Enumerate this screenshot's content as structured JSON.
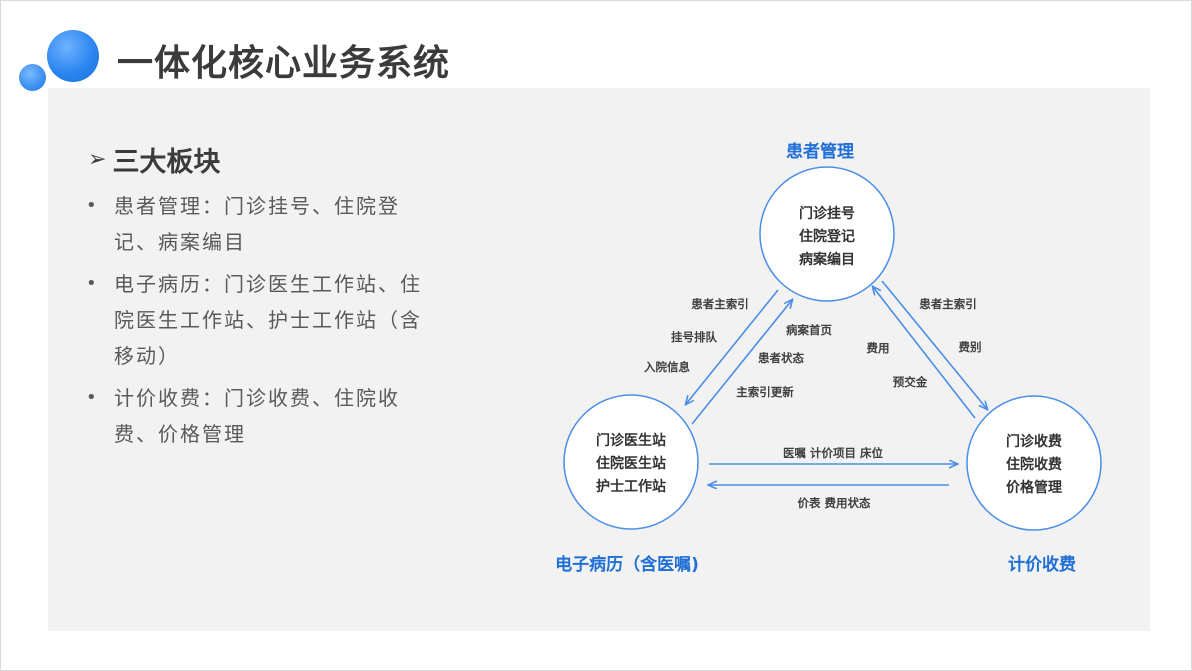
{
  "title": "一体化核心业务系统",
  "section": {
    "heading": "三大板块",
    "bullets": [
      "患者管理：门诊挂号、住院登记、病案编目",
      "电子病历：门诊医生工作站、住院医生工作站、护士工作站（含移动）",
      "计价收费：门诊收费、住院收费、价格管理"
    ]
  },
  "diagram": {
    "modules": {
      "patient": {
        "title": "患者管理",
        "lines": [
          "门诊挂号",
          "住院登记",
          "病案编目"
        ]
      },
      "emr": {
        "title": "电子病历（含医嘱)",
        "lines": [
          "门诊医生站",
          "住院医生站",
          "护士工作站"
        ]
      },
      "billing": {
        "title": "计价收费",
        "lines": [
          "门诊收费",
          "住院收费",
          "价格管理"
        ]
      }
    },
    "flows": {
      "patient_to_emr": [
        "患者主索引",
        "挂号排队",
        "入院信息"
      ],
      "emr_to_patient": [
        "病案首页",
        "患者状态",
        "主索引更新"
      ],
      "billing_to_patient": [
        "费用",
        "预交金"
      ],
      "patient_to_billing": [
        "患者主索引",
        "费别"
      ],
      "emr_to_billing": [
        "医嘱 计价项目 床位"
      ],
      "billing_to_emr": [
        "价表 费用状态"
      ]
    }
  },
  "colors": {
    "accent": "#2c86f0",
    "diagram_blue": "#1f6fd6",
    "panel_bg": "#f2f2f2",
    "text": "#595959"
  }
}
